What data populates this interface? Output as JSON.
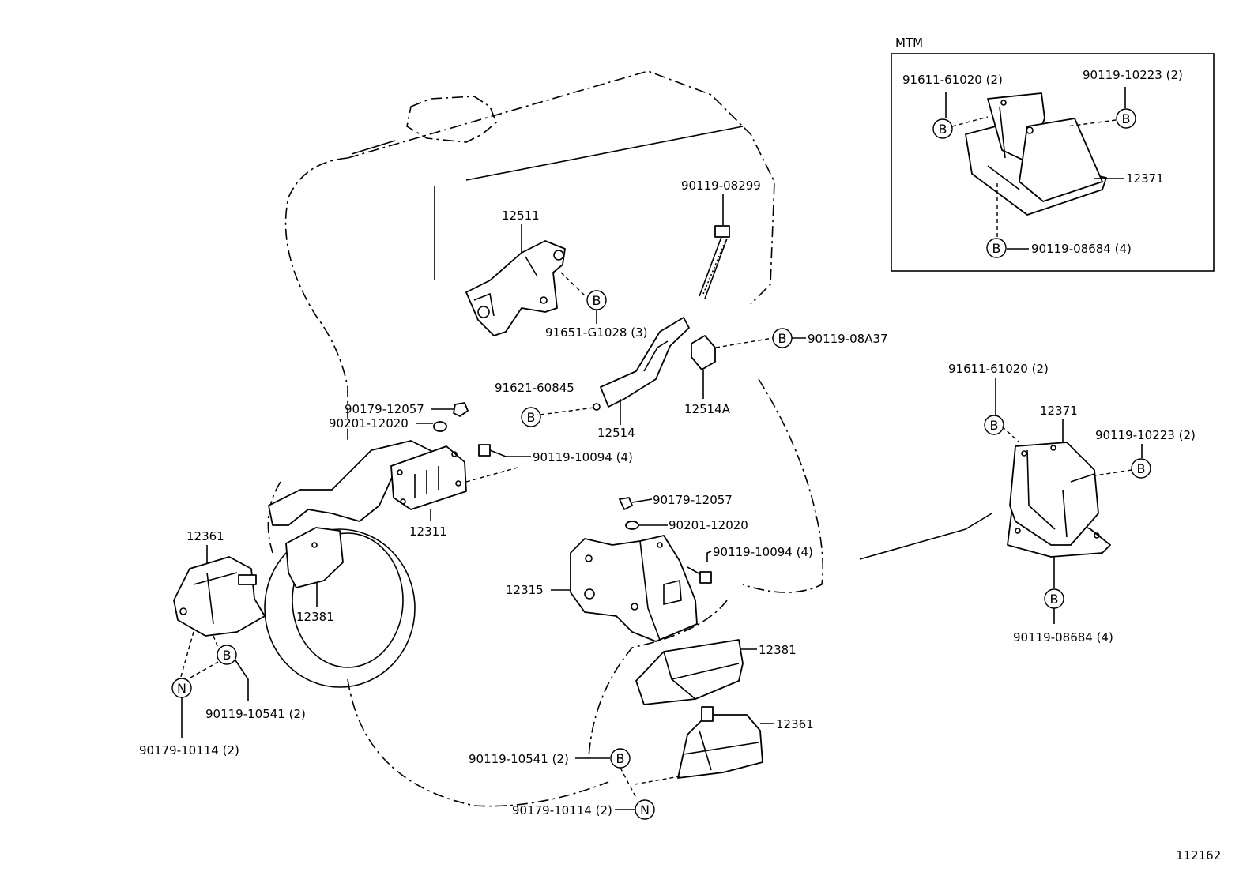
{
  "inset": {
    "title": "MTM",
    "labels": {
      "bolt_left": "91611-61020 (2)",
      "bolt_right": "90119-10223 (2)",
      "mount": "12371",
      "bolt_bottom": "90119-08684 (4)"
    }
  },
  "callouts": {
    "c12511": "12511",
    "c91651": "91651-G1028 (3)",
    "c90119_08299": "90119-08299",
    "c90119_08A37": "90119-08A37",
    "c91621": "91621-60845",
    "c12514": "12514",
    "c12514A": "12514A",
    "c90179_12057_a": "90179-12057",
    "c90201_12020_a": "90201-12020",
    "c90119_10094_a": "90119-10094 (4)",
    "c12311": "12311",
    "c12361_left": "12361",
    "c12381_left": "12381",
    "c90119_10541_left": "90119-10541 (2)",
    "c90179_10114_left": "90179-10114 (2)",
    "c90179_12057_b": "90179-12057",
    "c90201_12020_b": "90201-12020",
    "c90119_10094_b": "90119-10094 (4)",
    "c12315": "12315",
    "c12381_right": "12381",
    "c12361_right": "12361",
    "c90119_10541_bot": "90119-10541 (2)",
    "c90179_10114_bot": "90179-10114 (2)",
    "c91611_right": "91611-61020 (2)",
    "c12371_right": "12371",
    "c90119_10223_right": "90119-10223 (2)",
    "c90119_08684_right": "90119-08684 (4)"
  },
  "markers": {
    "b": "B",
    "n": "N"
  },
  "figure_number": "112162"
}
